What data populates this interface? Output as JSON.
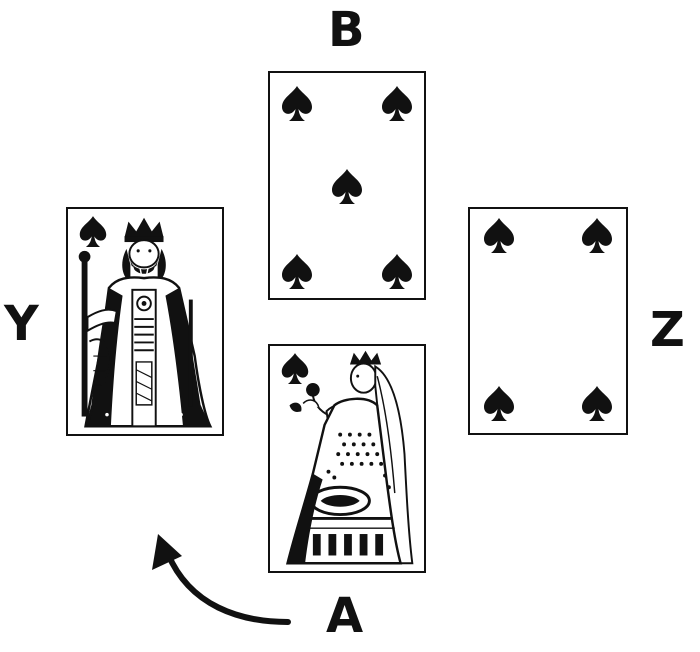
{
  "labels": {
    "top": "B",
    "left": "Y",
    "right": "Z",
    "bottom": "A"
  },
  "cards": {
    "b": {
      "rank": "5",
      "suit": "spades"
    },
    "z": {
      "rank": "4",
      "suit": "spades"
    },
    "y": {
      "rank": "K",
      "suit": "spades"
    },
    "a": {
      "rank": "Q",
      "suit": "spades"
    }
  },
  "icons": {
    "pip": "spade-icon",
    "arrow": "curved-arrow-icon"
  },
  "colors": {
    "ink": "#111111",
    "paper": "#ffffff"
  }
}
